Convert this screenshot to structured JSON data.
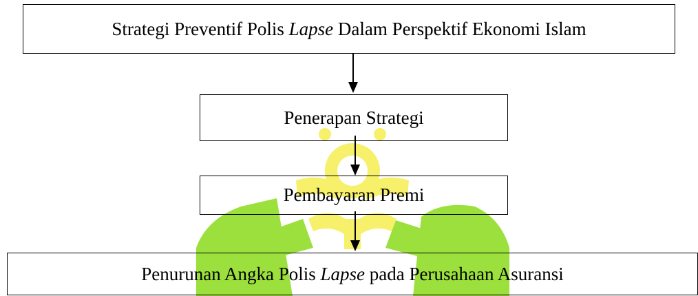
{
  "colors": {
    "watermark_green": "#9be03c",
    "watermark_yellow": "#f7f06a",
    "border": "#000000",
    "text": "#000000"
  },
  "diagram": {
    "type": "flowchart",
    "direction": "top-to-bottom",
    "boxes": [
      {
        "id": "box-1",
        "segments": [
          {
            "text": "Strategi Preventif Polis ",
            "italic": false
          },
          {
            "text": "Lapse",
            "italic": true
          },
          {
            "text": " Dalam Perspektif Ekonomi Islam",
            "italic": false
          }
        ]
      },
      {
        "id": "box-2",
        "segments": [
          {
            "text": "Penerapan Strategi",
            "italic": false
          }
        ]
      },
      {
        "id": "box-3",
        "segments": [
          {
            "text": "Pembayaran Premi",
            "italic": false
          }
        ]
      },
      {
        "id": "box-4",
        "segments": [
          {
            "text": "Penurunan Angka Polis ",
            "italic": false
          },
          {
            "text": "Lapse",
            "italic": true
          },
          {
            "text": " pada Perusahaan Asuransi",
            "italic": false
          }
        ]
      }
    ],
    "arrows": [
      {
        "from": "box-1",
        "to": "box-2"
      },
      {
        "from": "box-2",
        "to": "box-3"
      },
      {
        "from": "box-3",
        "to": "box-4"
      }
    ]
  }
}
